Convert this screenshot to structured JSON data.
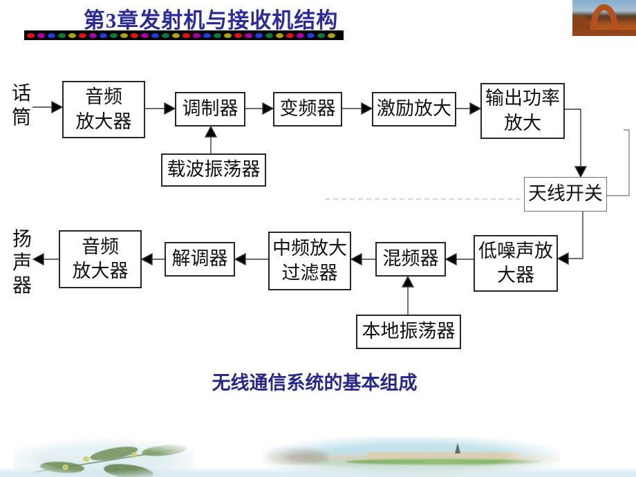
{
  "slide": {
    "title": "第3章发射机与接收机结构",
    "caption": "无线通信系统的基本组成"
  },
  "decor": {
    "divider_dot_colors": [
      "#e51212",
      "#aa00aa",
      "#1f3ce0",
      "#0c7a34",
      "#aaa400"
    ],
    "divider_dot_count": 30,
    "header_image": "delicate-arch-photo",
    "footer_left_image": "leaf-branch-photo",
    "footer_right_image": "river-city-panorama-photo"
  },
  "diagram": {
    "mic_label": "话\n筒",
    "speaker_label": "扬\n声\n器",
    "nodes": {
      "tx_audio_amp": "音频\n放大器",
      "modulator": "调制器",
      "freq_converter": "变频器",
      "drive_amp": "激励放大",
      "power_amp": "输出功率\n放大",
      "carrier_osc": "载波振荡器",
      "antenna_switch": "天线开关",
      "lna": "低噪声放\n大器",
      "mixer": "混频器",
      "if_amp_filter": "中频放大\n过滤器",
      "demodulator": "解调器",
      "rx_audio_amp": "音频\n放大器",
      "local_osc": "本地振荡器"
    }
  }
}
